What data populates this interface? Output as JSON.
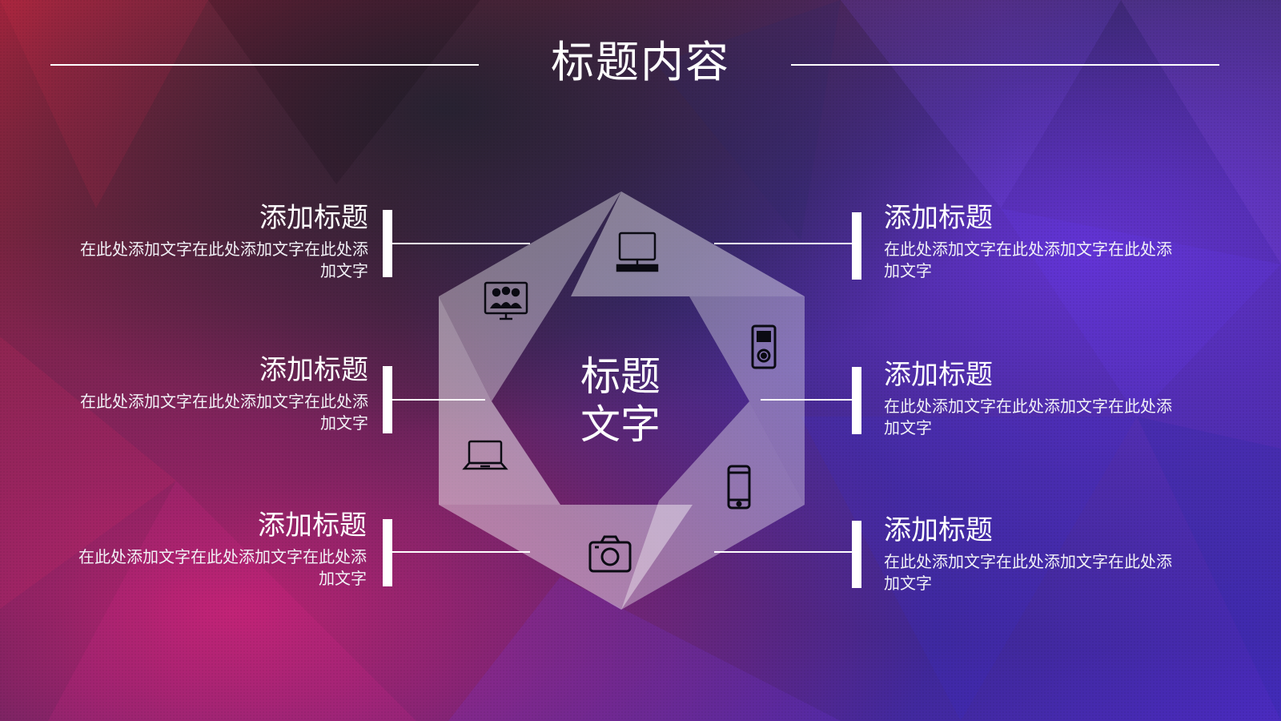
{
  "title": "标题内容",
  "center": {
    "line1": "标题",
    "line2": "文字"
  },
  "items": [
    {
      "title": "添加标题",
      "desc": "在此处添加文字在此处添加文字在此处添加文字"
    },
    {
      "title": "添加标题",
      "desc": "在此处添加文字在此处添加文字在此处添加文字"
    },
    {
      "title": "添加标题",
      "desc": "在此处添加文字在此处添加文字在此处添加文字"
    },
    {
      "title": "添加标题",
      "desc": "在此处添加文字在此处添加文字在此处添加文字"
    },
    {
      "title": "添加标题",
      "desc": "在此处添加文字在此处添加文字在此处添加文字"
    },
    {
      "title": "添加标题",
      "desc": "在此处添加文字在此处添加文字在此处添加文字"
    }
  ],
  "icons": [
    "monitor-icon",
    "ipod-icon",
    "smartphone-icon",
    "camera-icon",
    "laptop-icon",
    "group-presentation-icon"
  ],
  "colors": {
    "background_dark": "#1b1d33",
    "background_red": "#b8253f",
    "background_violet": "#5a2fd6",
    "segment_fill": "#ffffff",
    "text": "#ffffff"
  }
}
